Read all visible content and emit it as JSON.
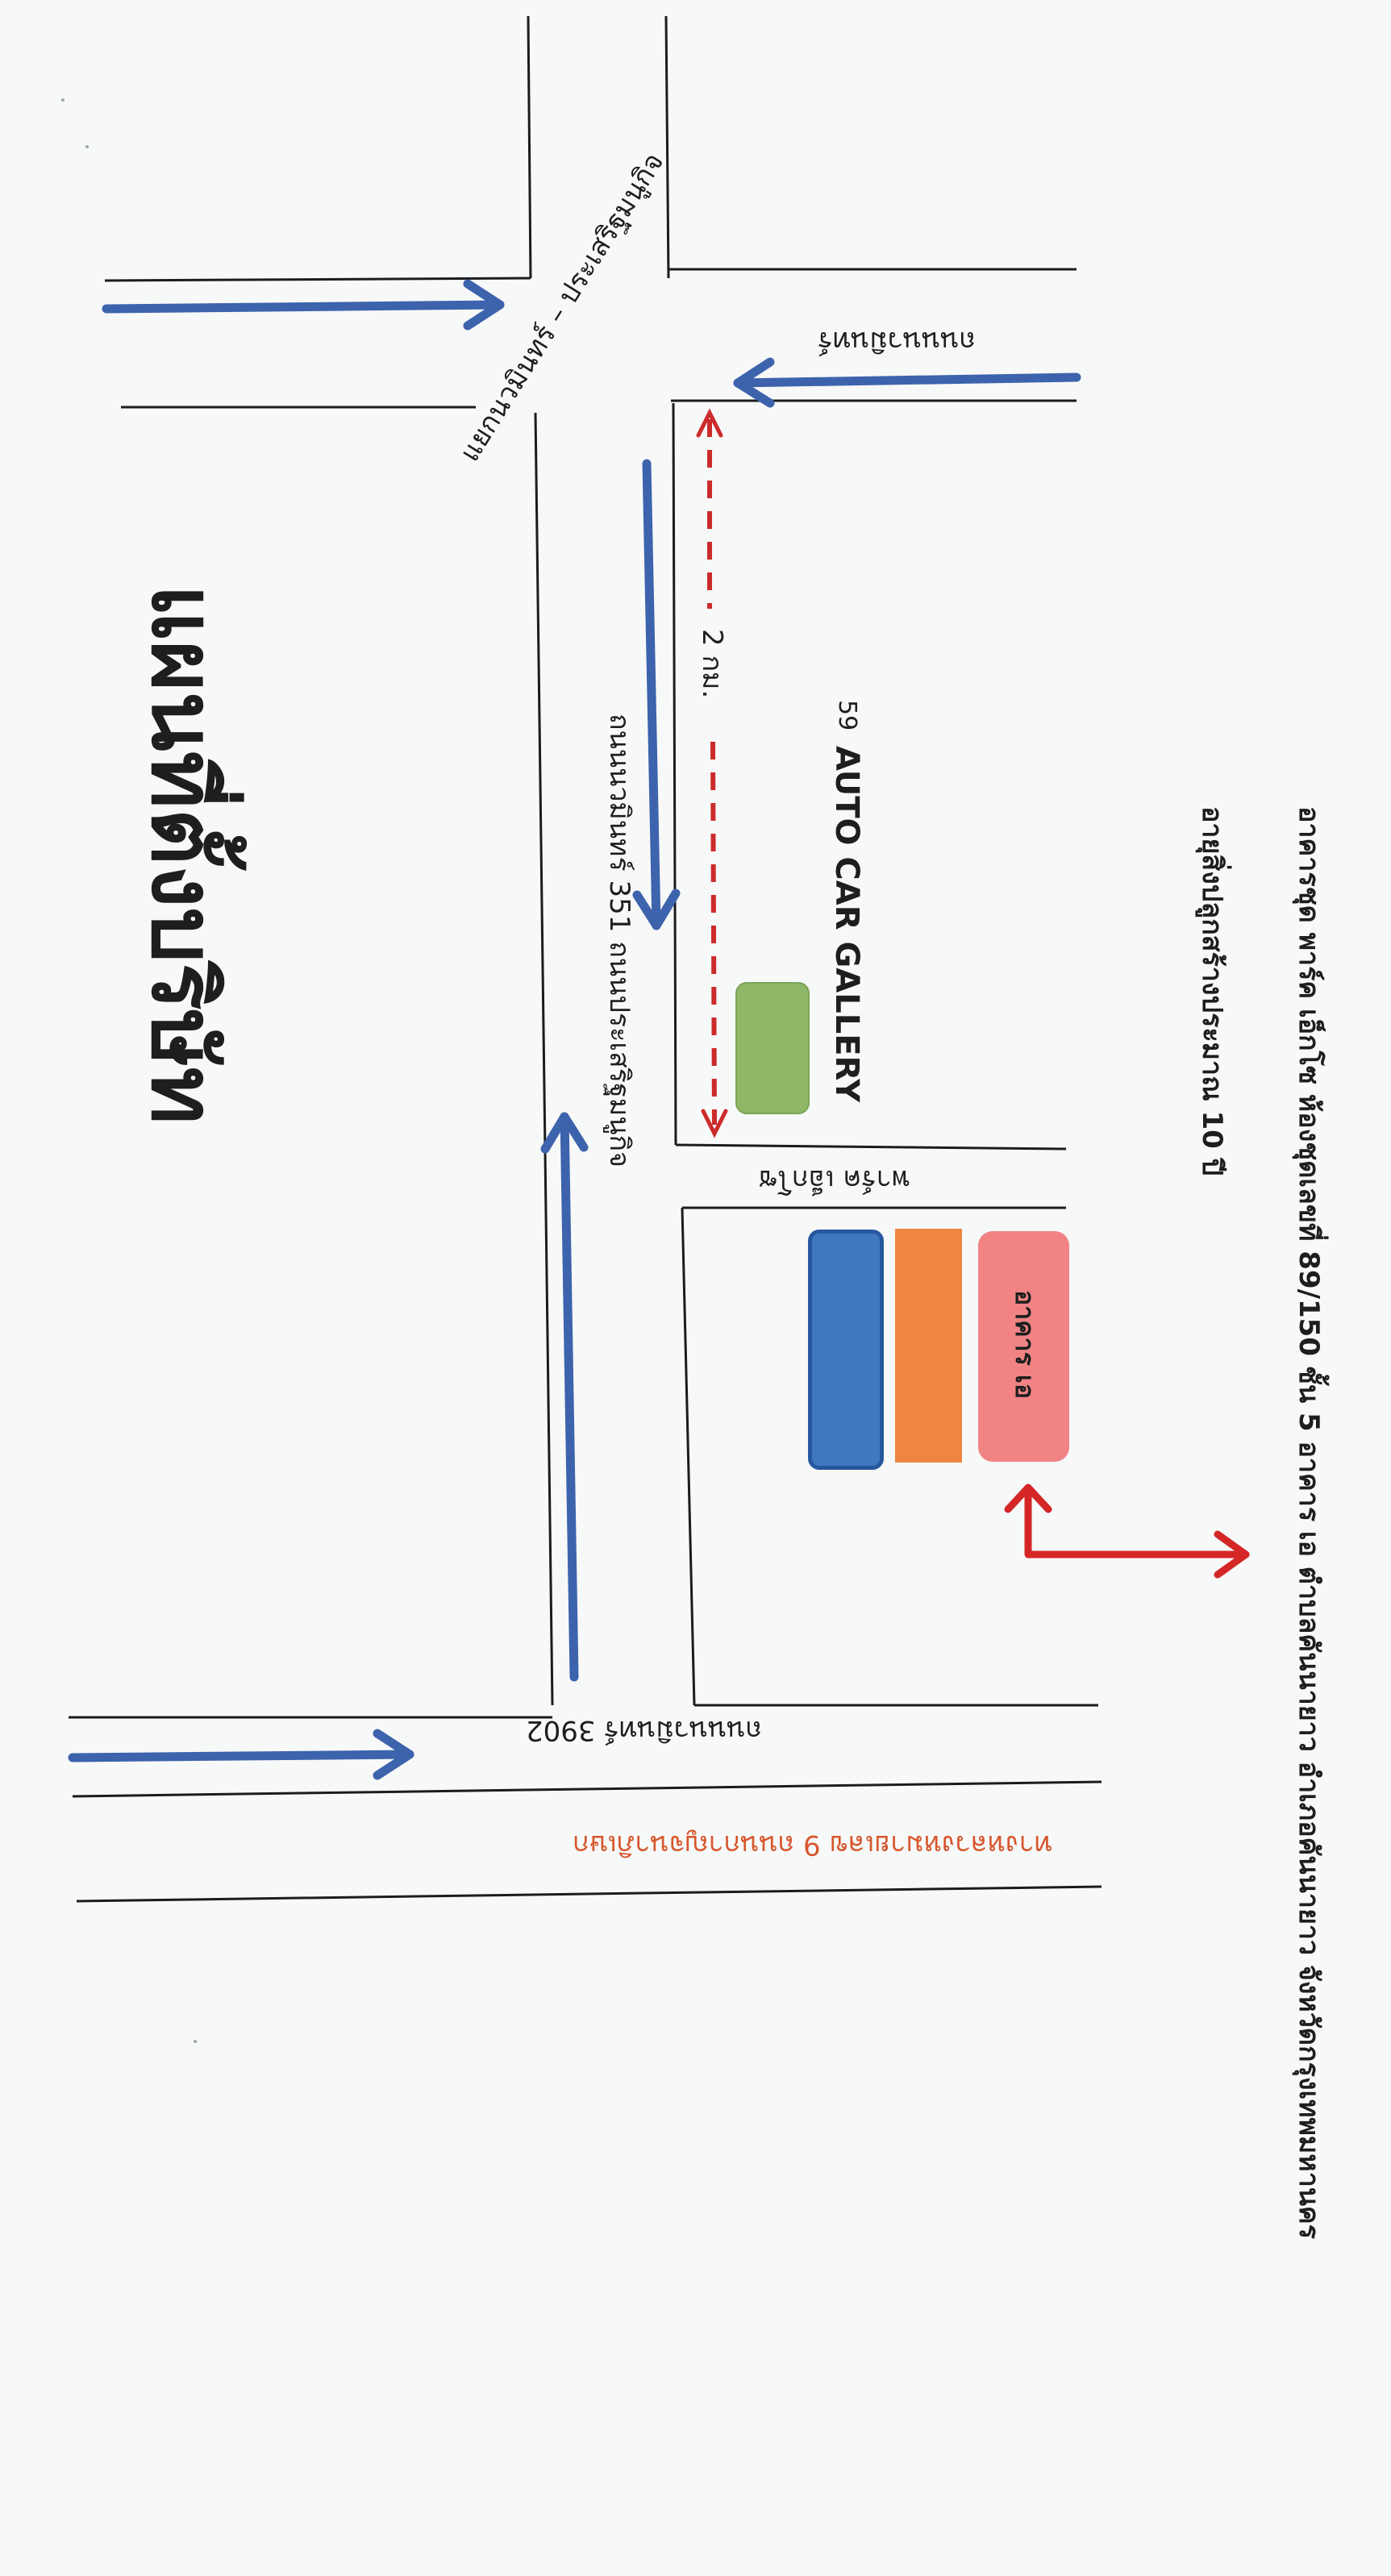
{
  "map": {
    "title": "แผนที่ตั้งบริษัท",
    "office": {
      "line1": "อาคารชุด พาร์ค เอ็กโซ ห้องชุดเลขที่ 89/150 ชั้น 5 อาคาร เอ ตำบลคันนายาว อำเภอคันนายาว จังหวัดกรุงเทพมหานคร",
      "line2": "อายุสิ่งปลูกสร้างประมาณ 10 ปี"
    },
    "roads": {
      "intersection": "แยกนวมินทร์ – ประเสริฐมนูกิจ",
      "nawamin_east": "ถนนนวมินทร์",
      "main_road": "ถนนนวมินทร์ 351 ถนนประเสริฐมนูกิจ",
      "park_exo_soi": "พาร์ค เอ็กโซ",
      "lower_road": "ถนนนวมินทร์ 3902"
    },
    "landmark": {
      "number": "59",
      "name": "AUTO CAR GALLERY"
    },
    "distance": "2 กม.",
    "building_label": "อาคาร เอ",
    "company": "ทางหลวงหมายเลข 9 ถนนกาญจนาภิเษก",
    "colors": {
      "traffic_arrow": "#3d63ad",
      "distance_marker": "#cc2b2b",
      "pointer_arrow": "#d52626",
      "landmark": "#8fb768",
      "building_blue": "#3f78c1",
      "building_orange": "#ee8540",
      "building_a": "#f18385",
      "company_text": "#d7562c"
    }
  }
}
